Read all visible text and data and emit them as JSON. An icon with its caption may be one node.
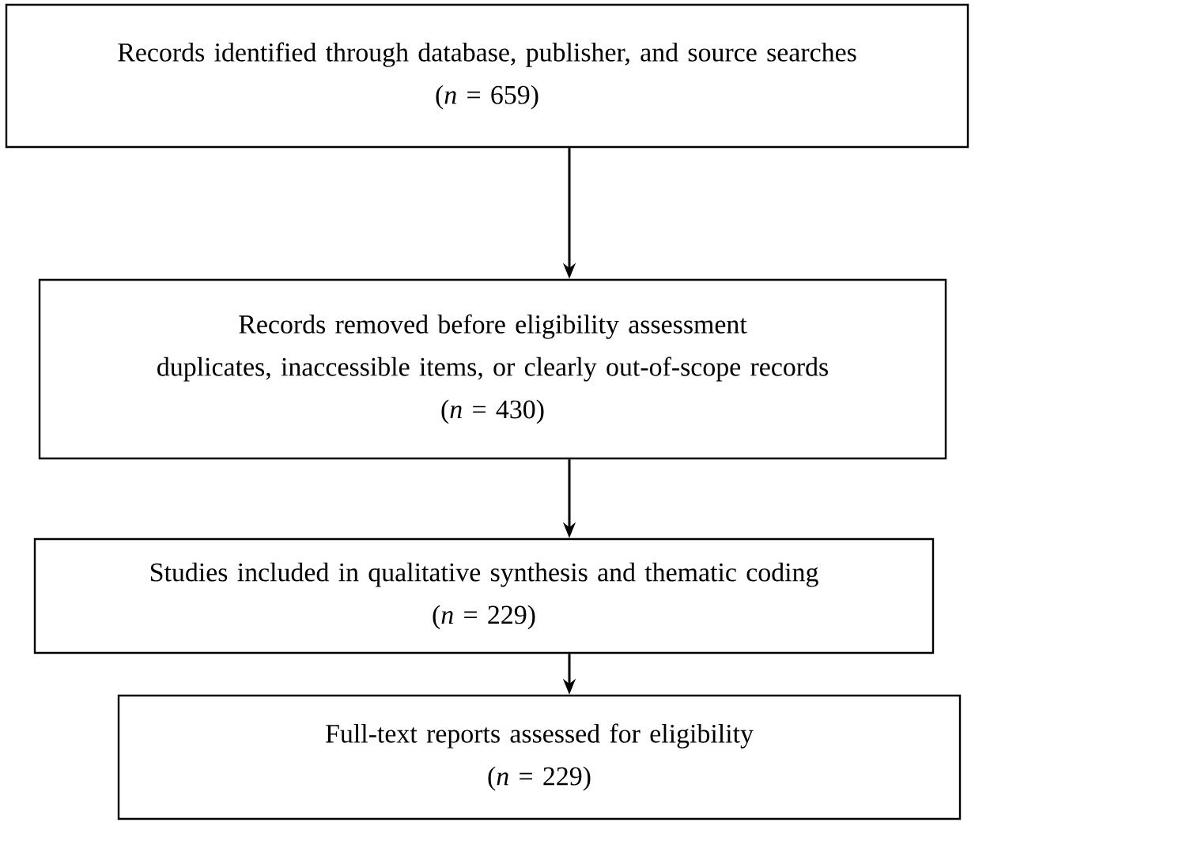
{
  "diagram": {
    "nodes": [
      {
        "text": [
          "Records identified through database, publisher, and source searches",
          "(*n* = 659)"
        ]
      },
      {
        "text": [
          "Records removed before eligibility assessment",
          "duplicates, inaccessible items, or clearly out-of-scope records",
          "(*n* = 430)"
        ]
      },
      {
        "text": [
          "Studies included in qualitative synthesis and thematic coding",
          "(*n* = 229)"
        ]
      },
      {
        "text": [
          "Full-text reports assessed for eligibility",
          "(*n* = 229)"
        ]
      }
    ],
    "edges": [
      {
        "from": 0,
        "to": 1,
        "arrow": "to"
      },
      {
        "from": 1,
        "to": 2,
        "arrow": "to"
      },
      {
        "from": 2,
        "to": 3,
        "arrow": "to"
      }
    ]
  }
}
